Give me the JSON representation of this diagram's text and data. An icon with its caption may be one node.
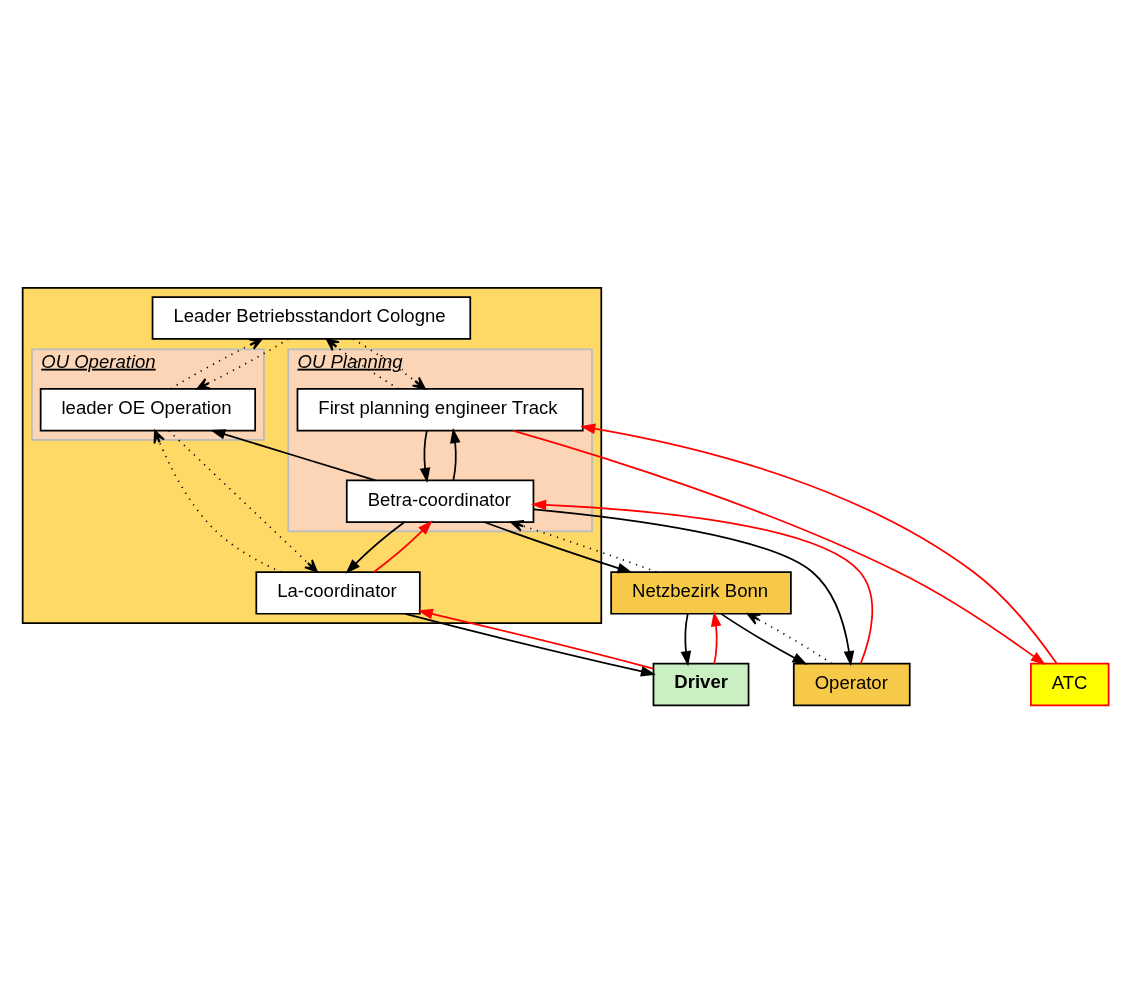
{
  "diagram": {
    "nodes": [
      {
        "text": [],
        "shape": "box"
      },
      {
        "text": [
          "Leader Betriebsstandort Cologne"
        ],
        "in": 0
      },
      {
        "text": [
          "OU Planning"
        ],
        "in": 0
      },
      {
        "text": [
          "First planning engineer Track"
        ],
        "in": 2
      },
      {
        "text": [
          "Betra-coordinator"
        ],
        "in": 2
      },
      {
        "text": [
          "OU Operation"
        ],
        "in": 0
      },
      {
        "text": [
          "leader OE Operation"
        ],
        "in": 5
      },
      {
        "text": [
          "La-coordinator"
        ],
        "in": 0
      },
      {
        "text": [
          "Netzbezirk Bonn"
        ]
      },
      {
        "text": [
          "Operator"
        ]
      },
      {
        "text": [
          "ATC"
        ]
      },
      {
        "text": [
          "Driver"
        ]
      }
    ],
    "edges": [
      {
        "from": 1,
        "to": 3,
        "arrow": "to",
        "style": "dashed"
      },
      {
        "from": 3,
        "to": 1,
        "arrow": "to",
        "style": "dashed"
      },
      {
        "from": 1,
        "to": 6,
        "arrow": "to",
        "style": "dashed"
      },
      {
        "from": 6,
        "to": 1,
        "arrow": "to",
        "style": "dashed"
      },
      {
        "from": 3,
        "to": 4,
        "arrow": "to"
      },
      {
        "from": 4,
        "to": 3,
        "arrow": "to"
      },
      {
        "from": 4,
        "to": 6,
        "arrow": "to"
      },
      {
        "from": 6,
        "to": 7,
        "arrow": "to",
        "style": "dashed"
      },
      {
        "from": 7,
        "to": 6,
        "arrow": "to",
        "style": "dashed"
      },
      {
        "from": 4,
        "to": 7,
        "arrow": "to"
      },
      {
        "from": 7,
        "to": 4,
        "arrow": "to",
        "color": "#ff0000"
      },
      {
        "from": 3,
        "to": 10,
        "arrow": "to",
        "color": "#ff0000"
      },
      {
        "from": 10,
        "to": 3,
        "arrow": "to",
        "color": "#ff0000"
      },
      {
        "from": 4,
        "to": 9,
        "arrow": "to"
      },
      {
        "from": 9,
        "to": 4,
        "arrow": "to",
        "color": "#ff0000"
      },
      {
        "from": 4,
        "to": 8,
        "arrow": "to"
      },
      {
        "from": 8,
        "to": 4,
        "arrow": "to",
        "style": "dashed"
      },
      {
        "from": 8,
        "to": 9,
        "arrow": "to"
      },
      {
        "from": 9,
        "to": 8,
        "arrow": "to",
        "style": "dashed"
      },
      {
        "from": 8,
        "to": 11,
        "arrow": "to"
      },
      {
        "from": 11,
        "to": 8,
        "arrow": "to",
        "color": "#ff0000"
      },
      {
        "from": 7,
        "to": 11,
        "arrow": "to"
      },
      {
        "from": 11,
        "to": 7,
        "arrow": "to",
        "color": "#ff0000"
      }
    ]
  }
}
